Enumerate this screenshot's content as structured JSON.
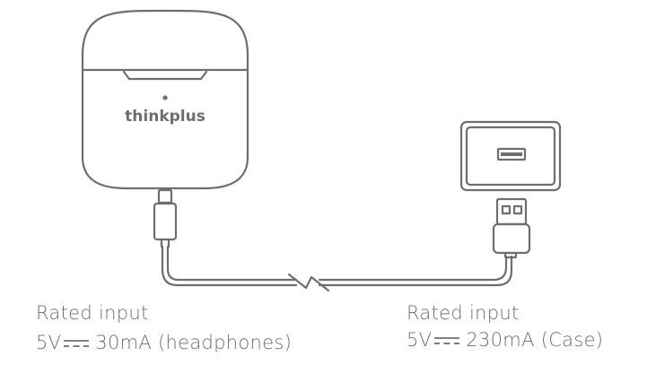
{
  "brand": {
    "logo_text": "thinkplus"
  },
  "case_label": {
    "title": "Rated input",
    "voltage": "5V",
    "current": "30mA (headphones)"
  },
  "adapter_label": {
    "title": "Rated input",
    "voltage": "5V",
    "current": "230mA (Case)"
  },
  "icons": [
    "earbuds-case",
    "usb-c-plug",
    "usb-a-plug",
    "wall-adapter",
    "cable-break-symbol",
    "dc-symbol"
  ],
  "colors": {
    "line": "#6e6e6e",
    "text": "#6e6e6e",
    "background": "#ffffff"
  }
}
